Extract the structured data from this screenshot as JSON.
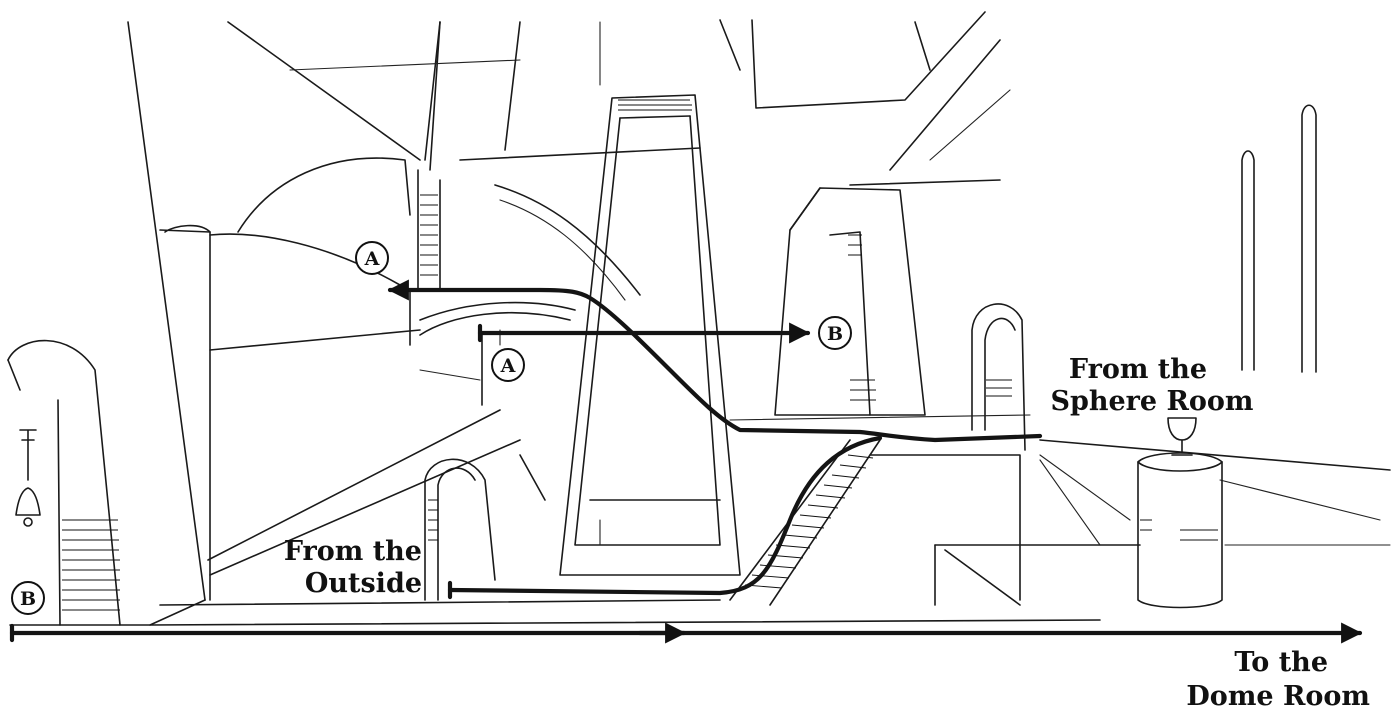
{
  "labels": {
    "from_outside_line1": "From the",
    "from_outside_line2": "Outside",
    "from_sphere_line1": "From the",
    "from_sphere_line2": "Sphere Room",
    "to_dome_line1": "To the",
    "to_dome_line2": "Dome Room"
  },
  "markers": {
    "a_upper": "A",
    "a_lower": "A",
    "b_right": "B",
    "b_left": "B"
  },
  "colors": {
    "ink": "#1a1a1a",
    "paper": "#ffffff"
  }
}
